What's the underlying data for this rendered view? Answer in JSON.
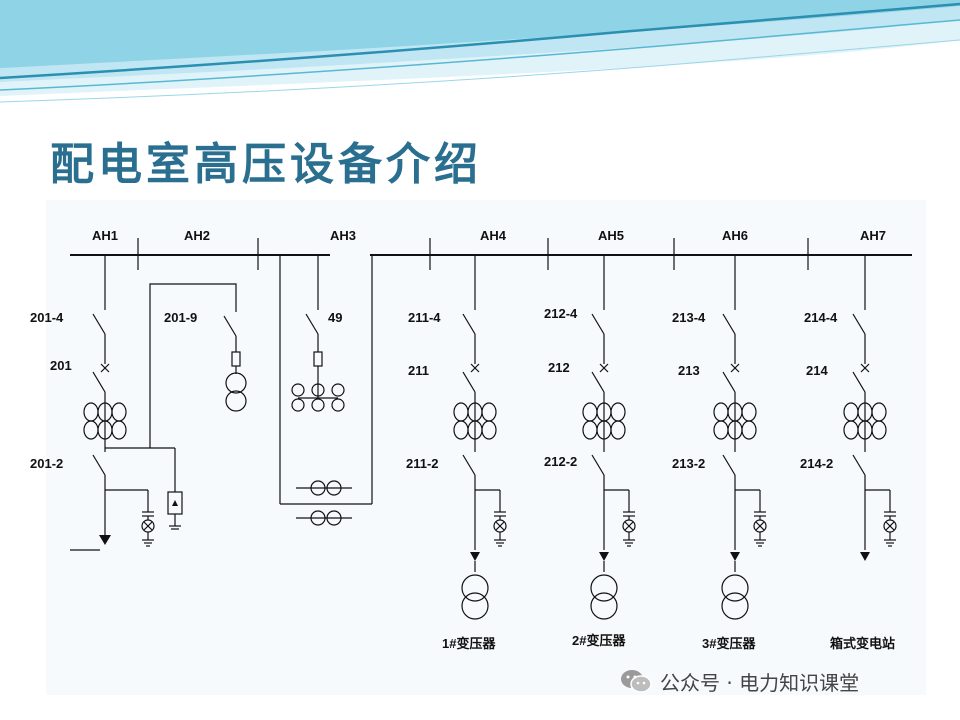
{
  "title": "配电室高压设备介绍",
  "cabinets": [
    "AH1",
    "AH2",
    "AH3",
    "AH4",
    "AH5",
    "AH6",
    "AH7"
  ],
  "ah1": {
    "top_switch": "201-4",
    "breaker": "201",
    "bottom_switch": "201-2"
  },
  "ah2": {
    "switch": "201-9"
  },
  "ah3": {
    "switch": "49"
  },
  "feeders": [
    {
      "top_switch": "211-4",
      "breaker": "211",
      "bottom_switch": "211-2",
      "load": "1#变压器"
    },
    {
      "top_switch": "212-4",
      "breaker": "212",
      "bottom_switch": "212-2",
      "load": "2#变压器"
    },
    {
      "top_switch": "213-4",
      "breaker": "213",
      "bottom_switch": "213-2",
      "load": "3#变压器"
    },
    {
      "top_switch": "214-4",
      "breaker": "214",
      "bottom_switch": "214-2",
      "load": "箱式变电站"
    }
  ],
  "watermark": {
    "text": "公众号 · 电力知识课堂",
    "icon": "wechat-icon"
  },
  "colors": {
    "title": "#2a6f8f",
    "wave_dark": "#2a8fb0",
    "wave_light": "#bfe6f2",
    "line": "#111111"
  }
}
